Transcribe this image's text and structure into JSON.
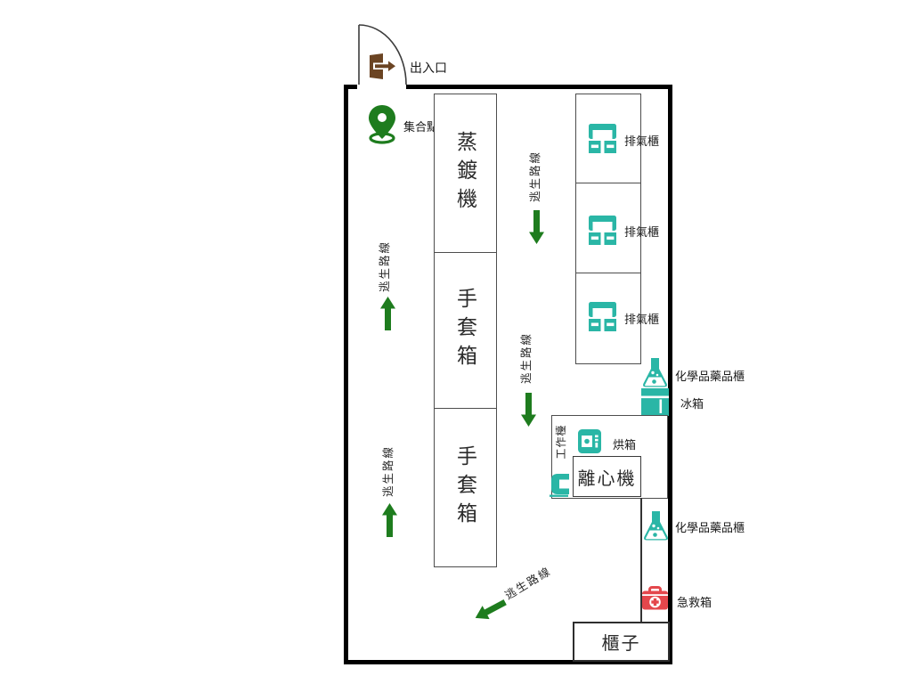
{
  "colors": {
    "teal": "#2AB6A6",
    "green": "#1E7C1E",
    "red": "#E4474C",
    "brown": "#6B4423",
    "wall": "#000000",
    "box_border": "#4D4D4D",
    "text": "#1A1A1A"
  },
  "labels": {
    "entrance": "出入口",
    "assembly_point": "集合點",
    "evaporator": "蒸鍍機",
    "glove_box": "手套箱",
    "fume_hood": "排氣櫃",
    "escape_route": "逃生路線",
    "chemical_cabinet": "化學品藥品櫃",
    "fridge": "冰箱",
    "workbench": "工作檯",
    "oven": "烘箱",
    "centrifuge": "離心機",
    "first_aid_kit": "急救箱",
    "cabinet": "櫃子"
  }
}
